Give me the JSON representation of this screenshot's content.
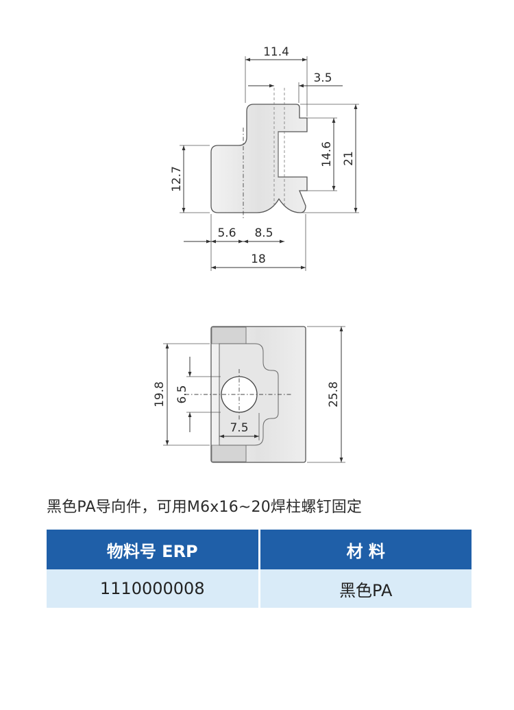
{
  "side_view": {
    "dims": {
      "top_width": "11.4",
      "slot_width": "3.5",
      "total_height": "21",
      "slot_height": "14.6",
      "left_height": "12.7",
      "left_step": "5.6",
      "mid_step": "8.5",
      "total_width": "18"
    }
  },
  "top_view": {
    "dims": {
      "inner_height": "19.8",
      "hole_diameter": "6.5",
      "hole_offset": "7.5",
      "total_height": "25.8"
    }
  },
  "caption": "黑色PA导向件，可用M6x16~20焊柱螺钉固定",
  "table": {
    "headers": [
      "物料号 ERP",
      "材 料"
    ],
    "rows": [
      [
        "1110000008",
        "黑色PA"
      ]
    ]
  },
  "colors": {
    "table_header_bg": "#1f5fa8",
    "table_row_bg": "#d9ebf8"
  }
}
